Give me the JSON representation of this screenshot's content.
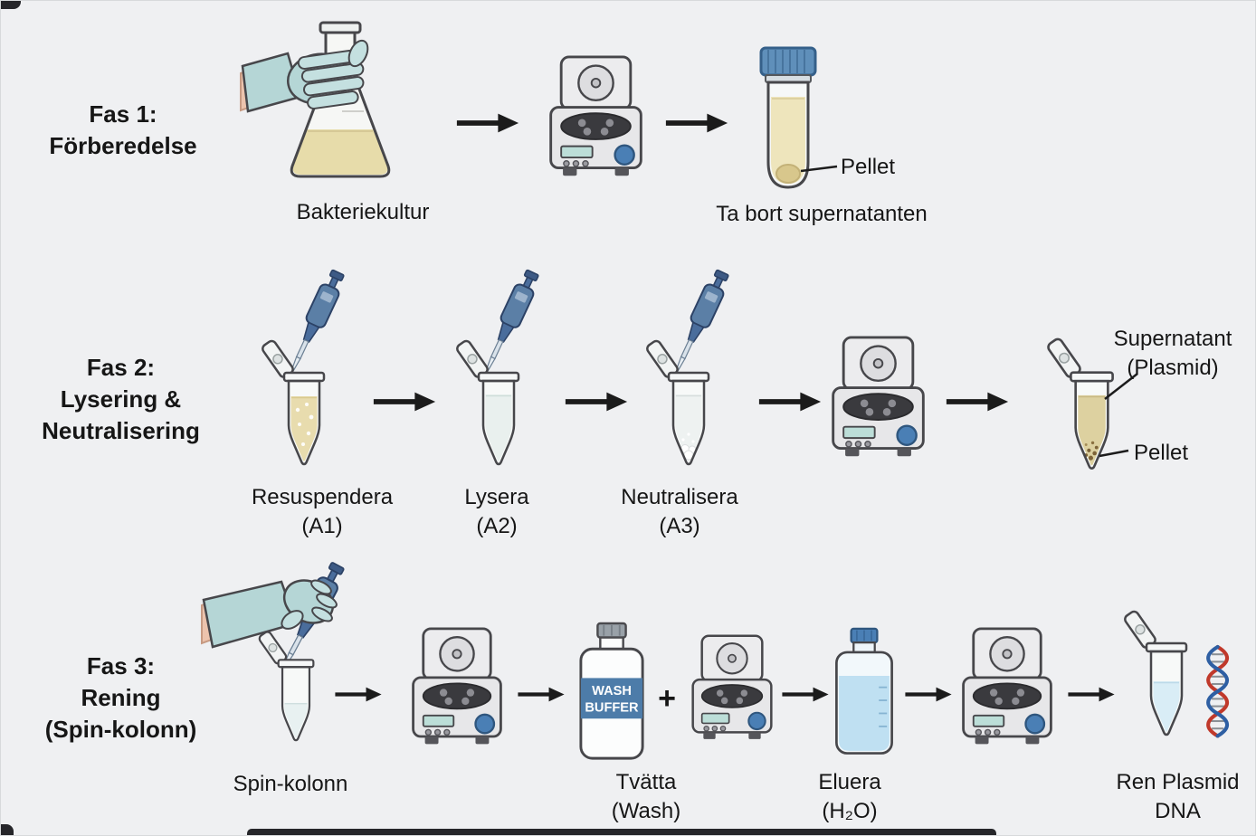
{
  "phase1": {
    "label_line1": "Fas 1:",
    "label_line2": "Förberedelse",
    "flask_caption": "Bakteriekultur",
    "pellet_label": "Pellet",
    "tube_caption": "Ta bort supernatanten"
  },
  "phase2": {
    "label_line1": "Fas 2:",
    "label_line2": "Lysering &",
    "label_line3": "Neutralisering",
    "steps": [
      {
        "name": "Resuspendera",
        "code": "(A1)"
      },
      {
        "name": "Lysera",
        "code": "(A2)"
      },
      {
        "name": "Neutralisera",
        "code": "(A3)"
      }
    ],
    "supernatant_line1": "Supernatant",
    "supernatant_line2": "(Plasmid)",
    "pellet_label": "Pellet"
  },
  "phase3": {
    "label_line1": "Fas 3:",
    "label_line2": "Rening",
    "label_line3": "(Spin-kolonn)",
    "spin_column_caption": "Spin-kolonn",
    "wash_bottle_line1": "WASH",
    "wash_bottle_line2": "BUFFER",
    "plus": "+",
    "wash_caption_line1": "Tvätta",
    "wash_caption_line2": "(Wash)",
    "elute_caption_line1": "Eluera",
    "elute_caption_line2": "(H₂O)",
    "final_caption_line1": "Ren Plasmid",
    "final_caption_line2": "DNA"
  },
  "colors": {
    "background": "#eff0f2",
    "text": "#161616",
    "arrow": "#1b1b1b",
    "glove_teal": "#b5d6d6",
    "pipette_blue": "#5b7fa6",
    "culture_yellow": "#e7dcaa",
    "tube_cap_blue": "#5f8fba",
    "wash_label_blue": "#4d7ca9",
    "elute_liquid_blue": "#bfe0f2",
    "dna_red": "#c0392b",
    "dna_blue": "#2e5fa3"
  }
}
